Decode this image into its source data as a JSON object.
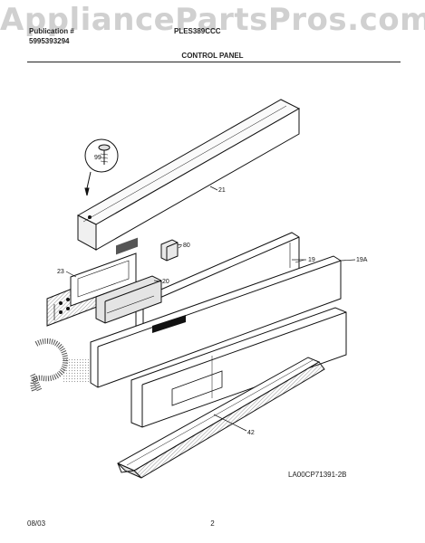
{
  "watermark": "AppliancePartsPros.com",
  "header": {
    "publication_label": "Publication #",
    "publication_number": "5995393294",
    "model": "PLES389CCC",
    "title": "CONTROL PANEL"
  },
  "callouts": {
    "screw": "99",
    "top_trim": "21",
    "bracket": "80",
    "panel_back": "19",
    "panel_front": "19A",
    "insulation": "23",
    "control_board": "20",
    "bottom_trim": "42"
  },
  "diagram_code": "LA00CP71391-2B",
  "footer": {
    "date": "08/03",
    "page": "2"
  },
  "colors": {
    "ink": "#111111",
    "watermark": "#c8c8c8"
  }
}
